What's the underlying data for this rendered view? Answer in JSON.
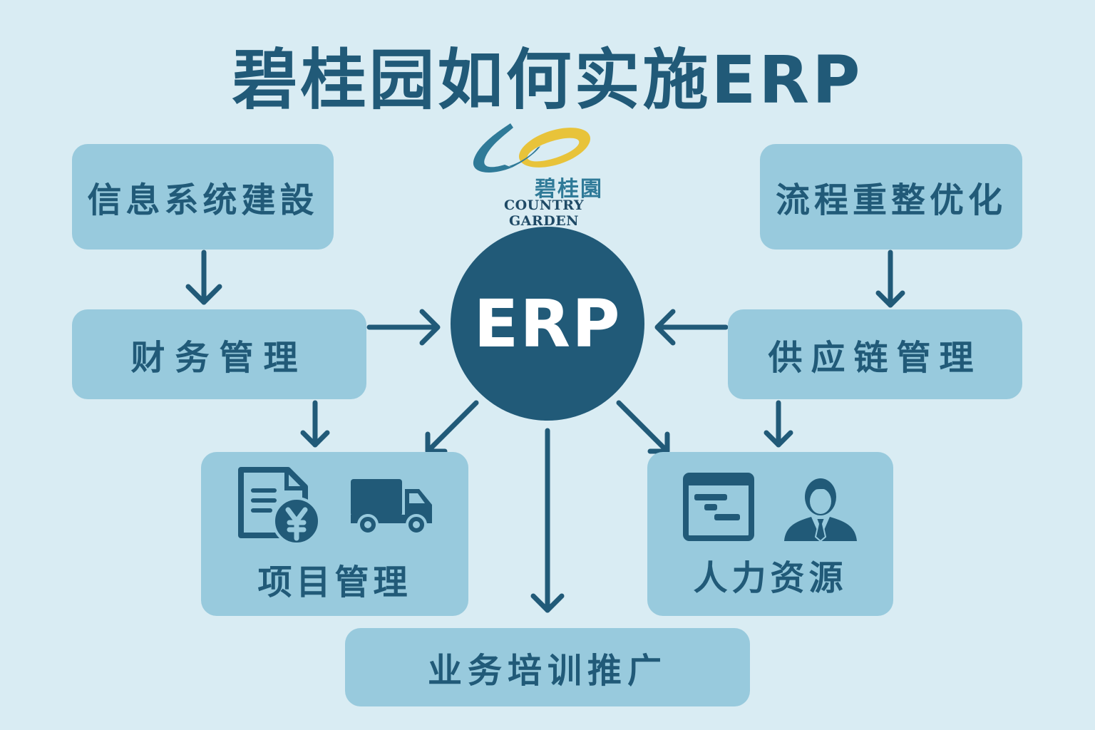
{
  "title": "碧桂园如何实施ERP",
  "logo": {
    "cn": "碧桂園",
    "en": "COUNTRY GARDEN",
    "colors": {
      "swan": "#2f7a98",
      "ring": "#e8c33a"
    }
  },
  "center": {
    "label": "ERP"
  },
  "nodes": {
    "info_system": "信息系统建設",
    "finance": "财务管理",
    "process": "流程重整优化",
    "supply_chain": "供应链管理",
    "project": "项目管理",
    "hr": "人力资源",
    "training": "业务培训推广"
  },
  "icons": {
    "project": [
      "document-yen-icon",
      "truck-icon"
    ],
    "hr": [
      "gantt-window-icon",
      "businessman-icon"
    ]
  },
  "colors": {
    "background": "#d9ecf3",
    "box": "#98cadd",
    "primary": "#215a78"
  }
}
